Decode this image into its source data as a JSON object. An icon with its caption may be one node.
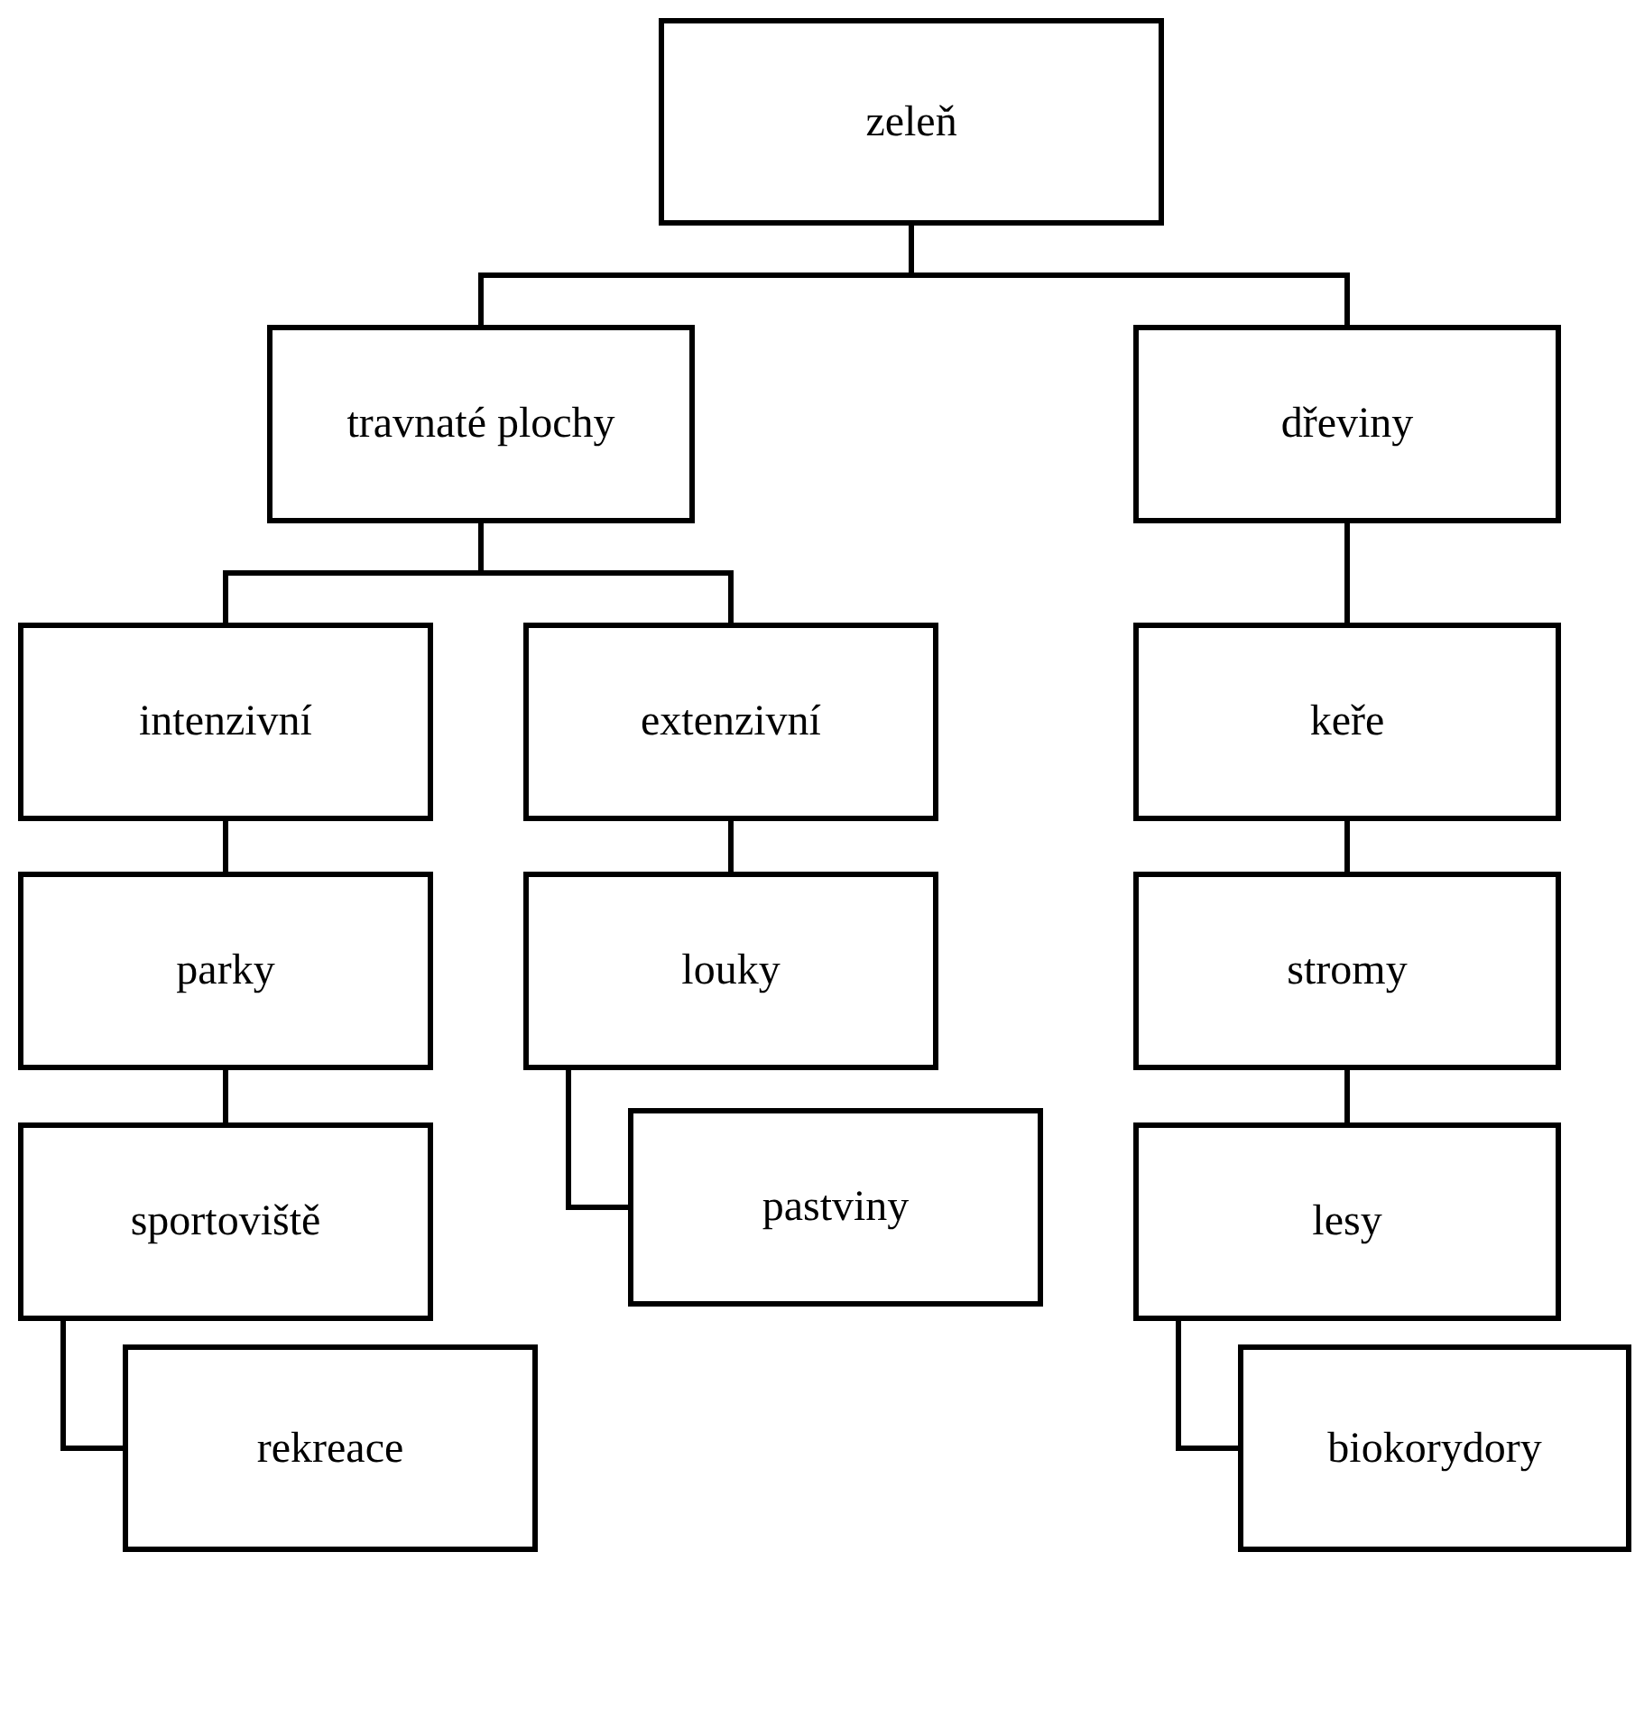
{
  "diagram": {
    "nodes": [
      {
        "text": [
          "zeleň"
        ]
      },
      {
        "text": [
          "travnaté plochy"
        ]
      },
      {
        "text": [
          "dřeviny"
        ]
      },
      {
        "text": [
          "intenzivní"
        ]
      },
      {
        "text": [
          "extenzivní"
        ]
      },
      {
        "text": [
          "keře"
        ]
      },
      {
        "text": [
          "parky"
        ]
      },
      {
        "text": [
          "louky"
        ]
      },
      {
        "text": [
          "stromy"
        ]
      },
      {
        "text": [
          "sportoviště"
        ]
      },
      {
        "text": [
          "pastviny"
        ]
      },
      {
        "text": [
          "lesy"
        ]
      },
      {
        "text": [
          "rekreace"
        ]
      },
      {
        "text": [
          "biokorydory"
        ]
      }
    ],
    "edges": [
      {
        "from": 0,
        "to": 1,
        "arrow": "none"
      },
      {
        "from": 0,
        "to": 2,
        "arrow": "none"
      },
      {
        "from": 1,
        "to": 3,
        "arrow": "none"
      },
      {
        "from": 1,
        "to": 4,
        "arrow": "none"
      },
      {
        "from": 2,
        "to": 5,
        "arrow": "none"
      },
      {
        "from": 3,
        "to": 6,
        "arrow": "none"
      },
      {
        "from": 4,
        "to": 7,
        "arrow": "none"
      },
      {
        "from": 5,
        "to": 8,
        "arrow": "none"
      },
      {
        "from": 6,
        "to": 9,
        "arrow": "none"
      },
      {
        "from": 7,
        "to": 10,
        "arrow": "none"
      },
      {
        "from": 8,
        "to": 11,
        "arrow": "none"
      },
      {
        "from": 9,
        "to": 12,
        "arrow": "none"
      },
      {
        "from": 11,
        "to": 13,
        "arrow": "none"
      }
    ]
  }
}
